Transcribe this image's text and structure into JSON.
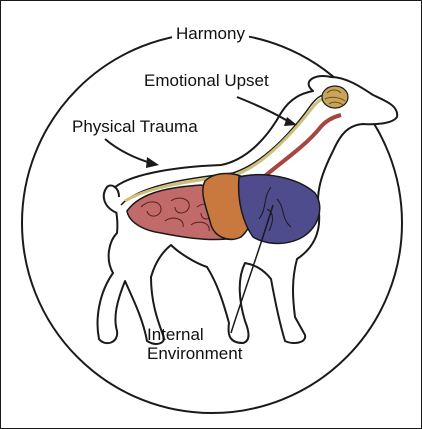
{
  "labels": {
    "harmony": "Harmony",
    "emotional_upset": "Emotional Upset",
    "physical_trauma": "Physical Trauma",
    "internal_line1": "Internal",
    "internal_line2": "Environment"
  },
  "colors": {
    "outline": "#1a1a1a",
    "brain": "#c9a55a",
    "spine": "#cdbf78",
    "artery": "#a8453f",
    "intestines": "#c06a6a",
    "stomach": "#c9793e",
    "liver": "#4e4c8c"
  }
}
